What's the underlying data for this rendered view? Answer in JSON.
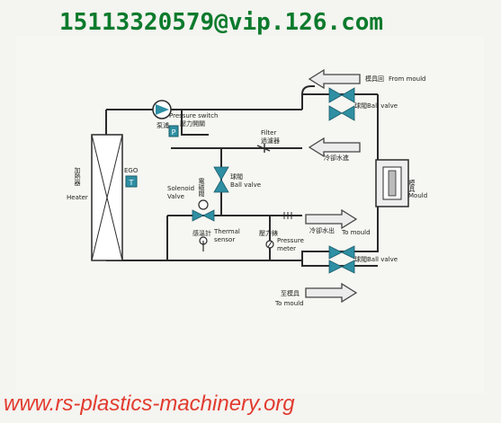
{
  "header": {
    "contact": "15113320579@vip.126.com"
  },
  "footer": {
    "website": "www.rs-plastics-machinery.org"
  },
  "labels": {
    "from_mould_cn": "模具回",
    "from_mould_en": "From mould",
    "pump_cn": "泵浦",
    "pressure_switch_en": "Pressure switch",
    "pressure_switch_cn": "壓力開關",
    "ball_valve_top": "球閥Ball valve",
    "filter_en": "Filter",
    "filter_cn": "過濾器",
    "cooling_in_cn": "冷卻水進",
    "heater_cn": "加熱器",
    "heater_en": "Heater",
    "ego": "EGO",
    "solenoid_en_1": "Solenoid",
    "solenoid_en_2": "Valve",
    "solenoid_cn": "電磁閥",
    "ball_valve_mid": "球閥",
    "ball_valve_mid_en": "Ball valve",
    "mould_cn": "模具",
    "mould_en": "Mould",
    "cooling_out_cn": "冷卻水出",
    "to_mould_mid": "To mould",
    "thermal_en_1": "Thermal",
    "thermal_en_2": "sensor",
    "thermal_cn": "感溫計",
    "pressure_meter_cn": "壓力錶",
    "pressure_meter_en_1": "Pressure",
    "pressure_meter_en_2": "meter",
    "ball_valve_bottom": "球閥Ball valve",
    "to_mould_cn": "至模具",
    "to_mould_en": "To mould",
    "p_symbol": "P",
    "t_symbol": "T"
  },
  "colors": {
    "pipe": "#2a2a2a",
    "valve": "#2f8fa3",
    "banner": "#0b7a2c",
    "footer": "#e23b2f"
  }
}
